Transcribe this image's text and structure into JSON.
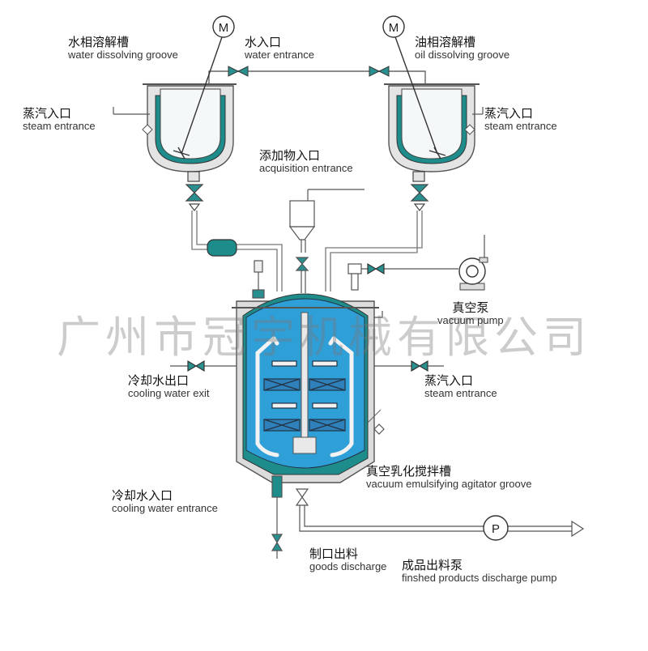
{
  "labels": {
    "water_tank": {
      "cn": "水相溶解槽",
      "en": "water dissolving groove"
    },
    "water_in": {
      "cn": "水入口",
      "en": "water entrance"
    },
    "oil_tank": {
      "cn": "油相溶解槽",
      "en": "oil dissolving groove"
    },
    "steam_left": {
      "cn": "蒸汽入口",
      "en": "steam entrance"
    },
    "steam_right_top": {
      "cn": "蒸汽入口",
      "en": "steam entrance"
    },
    "additive": {
      "cn": "添加物入口",
      "en": "acquisition entrance"
    },
    "vacuum_pump": {
      "cn": "真空泵",
      "en": "vacuum pump"
    },
    "cooling_exit": {
      "cn": "冷却水出口",
      "en": "cooling water exit"
    },
    "steam_main": {
      "cn": "蒸汽入口",
      "en": "steam entrance"
    },
    "agitator": {
      "cn": "真空乳化搅拌槽",
      "en": "vacuum emulsifying agitator groove"
    },
    "cooling_in": {
      "cn": "冷却水入口",
      "en": "cooling water entrance"
    },
    "goods_discharge": {
      "cn": "制口出料",
      "en": "goods discharge"
    },
    "discharge_pump": {
      "cn": "成品出料泵",
      "en": "finshed products discharge pump"
    }
  },
  "motor_letter": "M",
  "pump_letter": "P",
  "watermark": "广州市冠宇机械有限公司",
  "colors": {
    "liquid": "#2f9fd8",
    "jacket": "#1f8c8c",
    "shell": "#d9d9d9",
    "line": "#555555"
  }
}
